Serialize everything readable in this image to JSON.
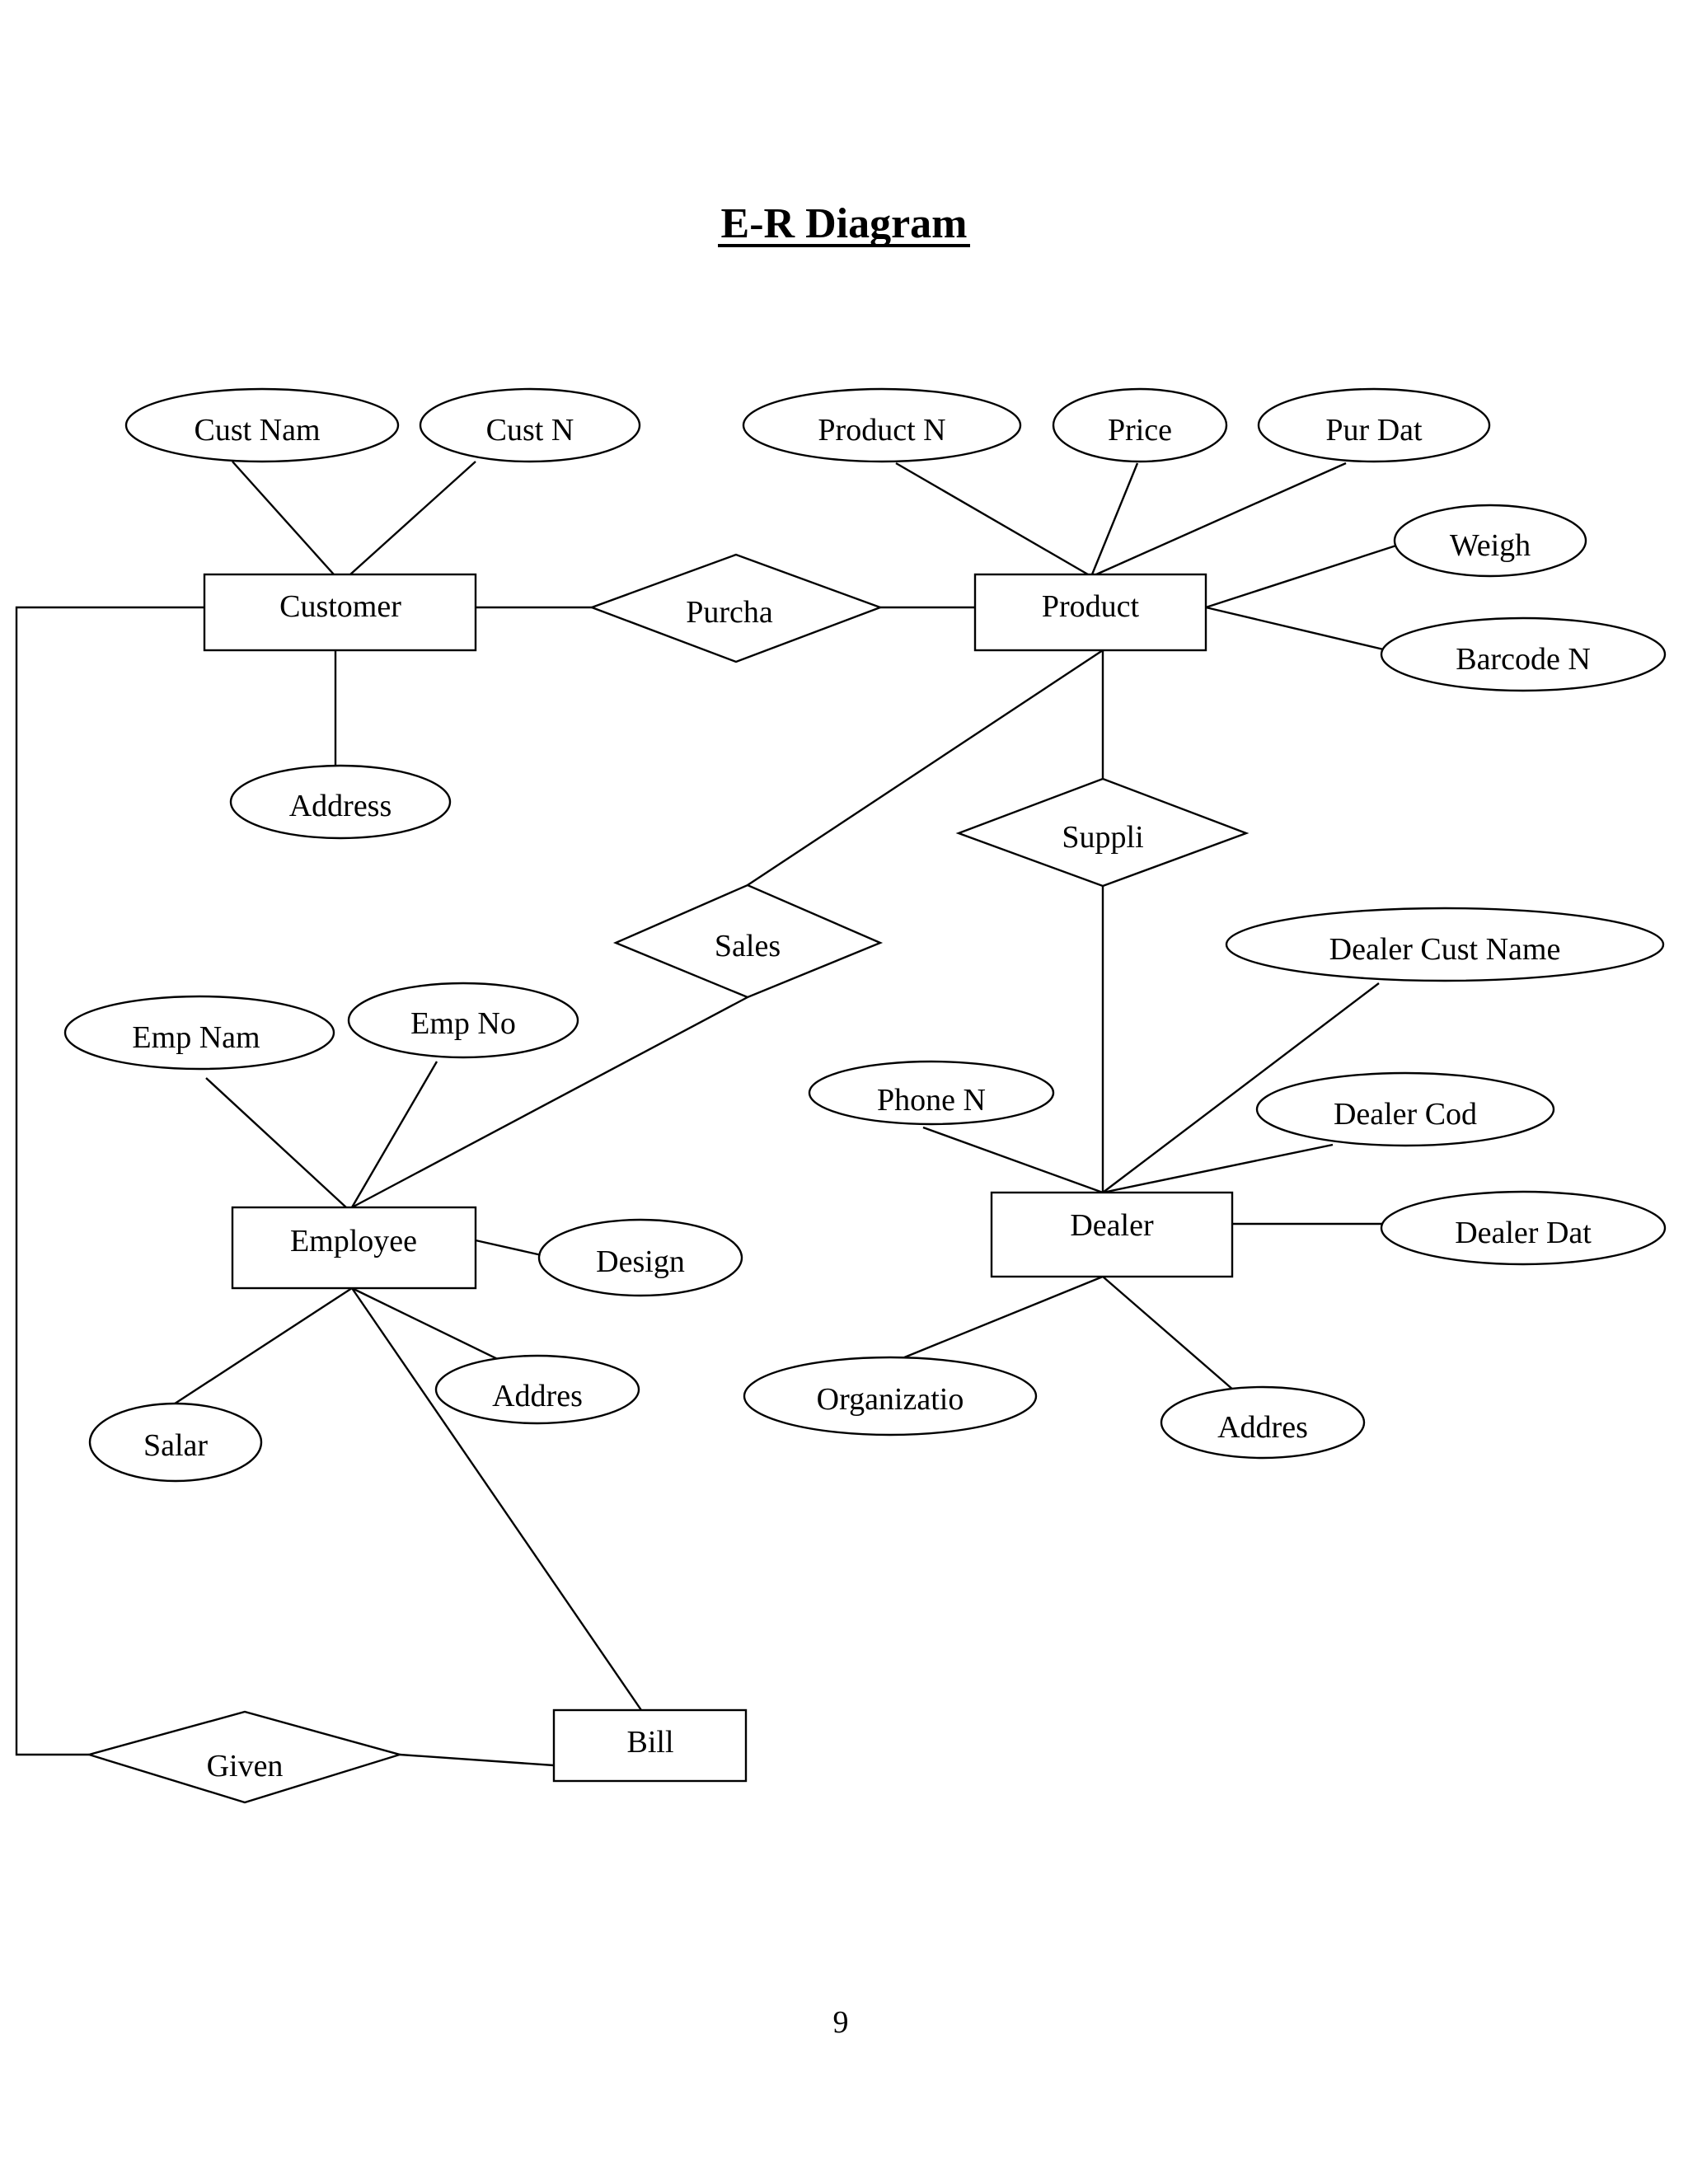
{
  "title": "E-R Diagram",
  "page_number": "9",
  "entities": {
    "customer": "Customer",
    "product": "Product",
    "employee": "Employee",
    "dealer": "Dealer",
    "bill": "Bill"
  },
  "relationships": {
    "purchase": "Purcha",
    "supplies": "Suppli",
    "sales": "Sales",
    "given": "Given"
  },
  "attributes": {
    "cust_name": "Cust  Nam",
    "cust_no": "Cust  N",
    "address": "Address",
    "product_no": "Product  N",
    "price": "Price",
    "pur_date": "Pur  Dat",
    "weight": "Weigh",
    "barcode_no": "Barcode  N",
    "emp_name": "Emp  Nam",
    "emp_no": "Emp  No",
    "design": "Design",
    "emp_address": "Addres",
    "salary": "Salar",
    "dealer_cust_name": "Dealer  Cust  Name",
    "phone_no": "Phone  N",
    "dealer_code": "Dealer  Cod",
    "dealer_date": "Dealer  Dat",
    "organization": "Organizatio",
    "dealer_address": "Addres"
  }
}
